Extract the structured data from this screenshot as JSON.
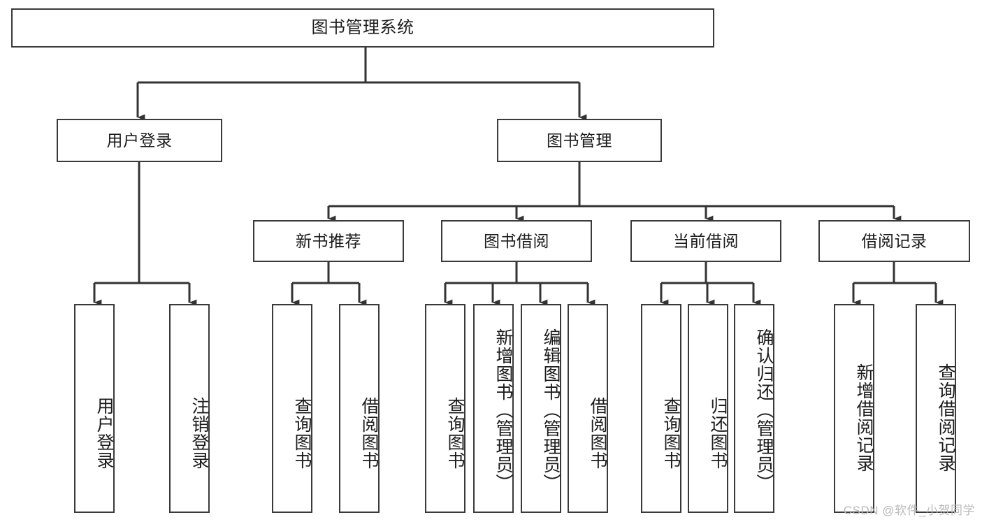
{
  "diagram": {
    "title": "图书管理系统",
    "type": "tree",
    "watermark": "CSDN @软件_小贺同学",
    "stroke_color": "#3a3a3a",
    "fill_color": "#ffffff",
    "text_color": "#1b1b1b",
    "watermark_color": "#b9b9b9",
    "levels": {
      "root": {
        "label": "图书管理系统"
      },
      "level2": [
        {
          "label": "用户登录"
        },
        {
          "label": "图书管理"
        }
      ],
      "level3": [
        {
          "label": "新书推荐"
        },
        {
          "label": "图书借阅"
        },
        {
          "label": "当前借阅"
        },
        {
          "label": "借阅记录"
        }
      ],
      "leaves": {
        "user_login": [
          {
            "label": "用户登录"
          },
          {
            "label": "注销登录"
          }
        ],
        "new_book_recommend": [
          {
            "label": "查询图书"
          },
          {
            "label": "借阅图书"
          }
        ],
        "book_borrow": [
          {
            "label": "查询图书"
          },
          {
            "label": "新增图书（管理员）"
          },
          {
            "label": "编辑图书（管理员）"
          },
          {
            "label": "借阅图书"
          }
        ],
        "current_borrow": [
          {
            "label": "查询图书"
          },
          {
            "label": "归还图书"
          },
          {
            "label": "确认归还（管理员）"
          }
        ],
        "borrow_record": [
          {
            "label": "新增借阅记录"
          },
          {
            "label": "查询借阅记录"
          }
        ]
      }
    }
  }
}
